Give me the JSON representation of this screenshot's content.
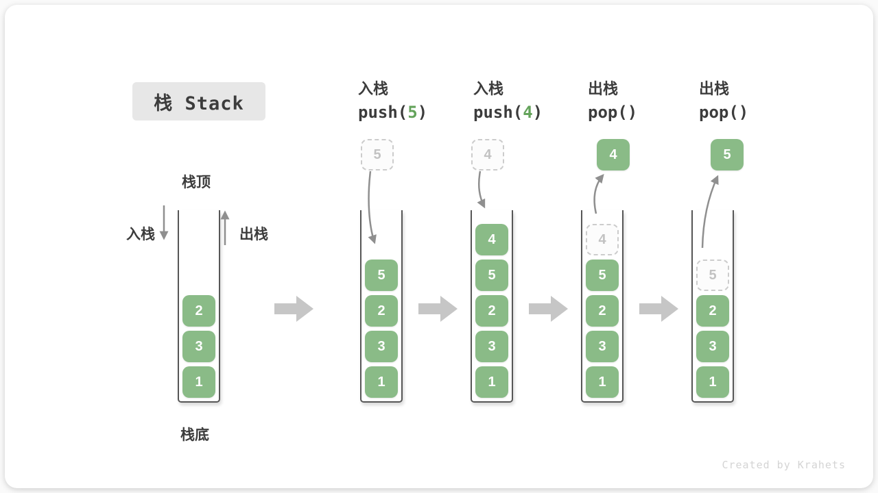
{
  "colors": {
    "box_green": "#8abb87",
    "num_green": "#64a35b",
    "text_dark": "#3c3c3c",
    "arrow_gray": "#8f8f8f",
    "block_arrow_gray": "#c6c6c6",
    "ghost_border": "#cccccc",
    "ghost_text": "#c2c2c2",
    "badge_bg": "#e7e7e7",
    "watermark": "#d4d4d4",
    "well_line": "#565656"
  },
  "title": "栈 Stack",
  "watermark": "Created by Krahets",
  "stack_annotations": {
    "top": "栈顶",
    "bottom": "栈底",
    "push": "入栈",
    "pop": "出栈"
  },
  "operations": [
    {
      "label": "入栈",
      "code_pre": "push(",
      "code_arg": "5",
      "code_post": ")"
    },
    {
      "label": "入栈",
      "code_pre": "push(",
      "code_arg": "4",
      "code_post": ")"
    },
    {
      "label": "出栈",
      "code_pre": "pop(",
      "code_arg": "",
      "code_post": ")"
    },
    {
      "label": "出栈",
      "code_pre": "pop(",
      "code_arg": "",
      "code_post": ")"
    }
  ],
  "stacks": [
    {
      "name": "initial-stack",
      "above": null,
      "items": [
        {
          "value": "2",
          "ghost": false
        },
        {
          "value": "3",
          "ghost": false
        },
        {
          "value": "1",
          "ghost": false
        }
      ]
    },
    {
      "name": "after-push-5",
      "above": {
        "value": "5",
        "ghost": true
      },
      "items": [
        {
          "value": "5",
          "ghost": false
        },
        {
          "value": "2",
          "ghost": false
        },
        {
          "value": "3",
          "ghost": false
        },
        {
          "value": "1",
          "ghost": false
        }
      ]
    },
    {
      "name": "after-push-4",
      "above": {
        "value": "4",
        "ghost": true
      },
      "items": [
        {
          "value": "4",
          "ghost": false
        },
        {
          "value": "5",
          "ghost": false
        },
        {
          "value": "2",
          "ghost": false
        },
        {
          "value": "3",
          "ghost": false
        },
        {
          "value": "1",
          "ghost": false
        }
      ]
    },
    {
      "name": "after-pop-4",
      "above": {
        "value": "4",
        "ghost": false
      },
      "items": [
        {
          "value": "4",
          "ghost": true
        },
        {
          "value": "5",
          "ghost": false
        },
        {
          "value": "2",
          "ghost": false
        },
        {
          "value": "3",
          "ghost": false
        },
        {
          "value": "1",
          "ghost": false
        }
      ]
    },
    {
      "name": "after-pop-5",
      "above": {
        "value": "5",
        "ghost": false
      },
      "items": [
        {
          "value": "5",
          "ghost": true
        },
        {
          "value": "2",
          "ghost": false
        },
        {
          "value": "3",
          "ghost": false
        },
        {
          "value": "1",
          "ghost": false
        }
      ]
    }
  ]
}
